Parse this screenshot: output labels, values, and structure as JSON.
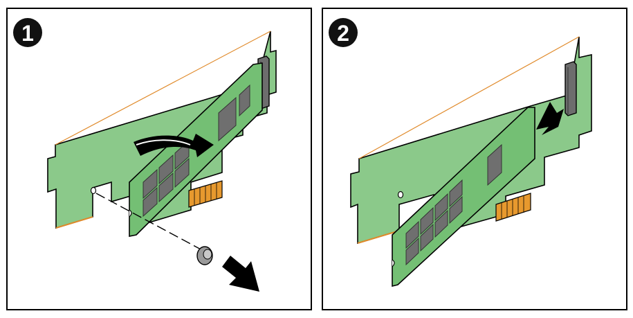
{
  "steps": [
    {
      "number": "1"
    },
    {
      "number": "2"
    }
  ],
  "colors": {
    "board_green": "#8bc98a",
    "module_green": "#74bf74",
    "edge_orange": "#e08a2a",
    "chip_gray": "#6f6f6f",
    "outline": "#000000"
  },
  "icons": [
    "curved-arrow-icon",
    "straight-arrow-icon",
    "retainer-icon",
    "dashed-guide-line"
  ]
}
